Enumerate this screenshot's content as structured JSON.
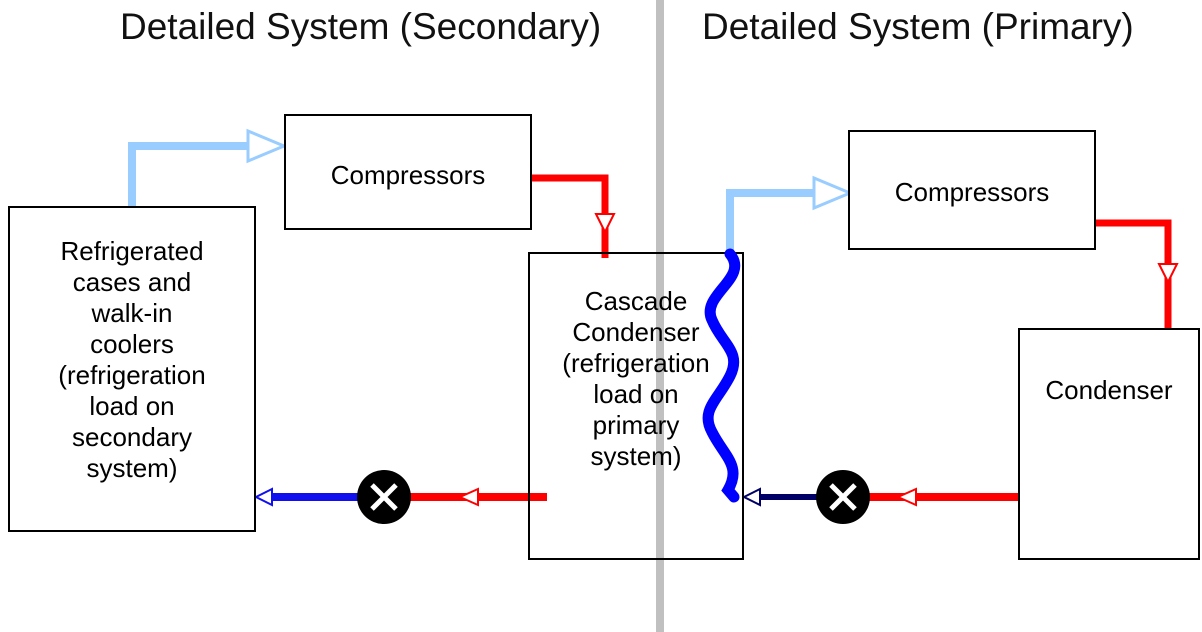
{
  "titles": {
    "secondary": "Detailed System (Secondary)",
    "primary": "Detailed System (Primary)"
  },
  "secondary": {
    "compressors": "Compressors",
    "refrigerated_cases": [
      "Refrigerated",
      "cases and",
      "walk-in",
      "coolers",
      "(refrigeration",
      "load on",
      "secondary",
      "system)"
    ],
    "cascade_condenser": [
      "Cascade",
      "Condenser",
      "(refrigeration",
      "load on",
      "primary",
      "system)"
    ]
  },
  "primary": {
    "compressors": "Compressors",
    "condenser": "Condenser"
  },
  "colors": {
    "suction_vapor": "#99ccff",
    "hot_gas": "#ff0000",
    "liquid_cold": "#1010ee",
    "dark_liquid": "#000066",
    "coil": "#0000ff",
    "divider": "#c0c0c0"
  },
  "icons": [
    "expansion-valve-icon",
    "expansion-valve-icon"
  ]
}
